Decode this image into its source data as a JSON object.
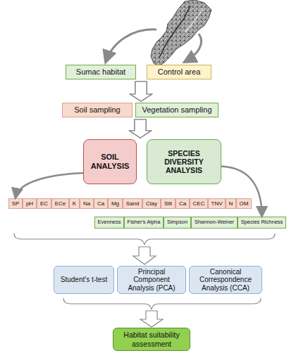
{
  "diagram": {
    "nodes": [
      {
        "text": [
          "Sumac habitat"
        ]
      },
      {
        "text": [
          "Control area"
        ]
      },
      {
        "text": [
          "Soil sampling"
        ]
      },
      {
        "text": [
          "Vegetation sampling"
        ]
      },
      {
        "text": [
          "SOIL ANALYSIS"
        ]
      },
      {
        "text": [
          "SPECIES DIVERSITY ANALYSIS"
        ]
      },
      {
        "text": [
          "SP"
        ]
      },
      {
        "text": [
          "pH"
        ]
      },
      {
        "text": [
          "EC"
        ]
      },
      {
        "text": [
          "ECe"
        ]
      },
      {
        "text": [
          "K"
        ]
      },
      {
        "text": [
          "Na"
        ]
      },
      {
        "text": [
          "Ca"
        ]
      },
      {
        "text": [
          "Mg"
        ]
      },
      {
        "text": [
          "Sand"
        ]
      },
      {
        "text": [
          "Clay"
        ]
      },
      {
        "text": [
          "Silt"
        ]
      },
      {
        "text": [
          "Ca"
        ]
      },
      {
        "text": [
          "CEC"
        ]
      },
      {
        "text": [
          "TNV"
        ]
      },
      {
        "text": [
          "N"
        ]
      },
      {
        "text": [
          "OM"
        ]
      },
      {
        "text": [
          "Evenness"
        ]
      },
      {
        "text": [
          "Fisher's Alpha"
        ]
      },
      {
        "text": [
          "Simpson"
        ]
      },
      {
        "text": [
          "Shannon-Weiner"
        ]
      },
      {
        "text": [
          "Species Richness"
        ]
      },
      {
        "text": [
          "Student's t-test"
        ]
      },
      {
        "text": [
          "Principal Component Analysis (PCA)"
        ]
      },
      {
        "text": [
          "Canonical Correspondence Analysis (CCA)"
        ]
      },
      {
        "text": [
          "Habitat suitability assessment"
        ]
      }
    ],
    "edges": [
      {
        "from": 0,
        "to": 2,
        "arrow": "to"
      },
      {
        "from": 0,
        "to": 3,
        "arrow": "to"
      },
      {
        "from": 1,
        "to": 2,
        "arrow": "to"
      },
      {
        "from": 1,
        "to": 3,
        "arrow": "to"
      },
      {
        "from": 2,
        "to": 4,
        "arrow": "to"
      },
      {
        "from": 2,
        "to": 5,
        "arrow": "to"
      },
      {
        "from": 3,
        "to": 4,
        "arrow": "to"
      },
      {
        "from": 3,
        "to": 5,
        "arrow": "to"
      },
      {
        "from": 4,
        "to": 6,
        "arrow": "to"
      },
      {
        "from": 5,
        "to": 26,
        "arrow": "to"
      }
    ]
  }
}
